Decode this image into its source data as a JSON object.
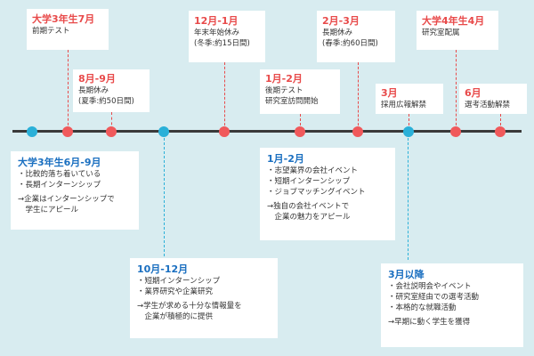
{
  "timeline": {
    "top_cards": [
      {
        "title": "大学3年生7月",
        "lines": [
          "前期テスト"
        ]
      },
      {
        "title": "8月-9月",
        "lines": [
          "長期休み",
          "(夏季:約50日間)"
        ]
      },
      {
        "title": "12月-1月",
        "lines": [
          "年末年始休み",
          "(冬季:約15日間)"
        ]
      },
      {
        "title": "1月-2月",
        "lines": [
          "後期テスト",
          "研究室訪問開始"
        ]
      },
      {
        "title": "2月-3月",
        "lines": [
          "長期休み",
          "(春季:約60日間)"
        ]
      },
      {
        "title": "3月",
        "lines": [
          "採用広報解禁"
        ]
      },
      {
        "title": "大学4年生4月",
        "lines": [
          "研究室配属"
        ]
      },
      {
        "title": "6月",
        "lines": [
          "選考活動解禁"
        ]
      }
    ],
    "bottom_cards": [
      {
        "title": "大学3年生6月-9月",
        "items": [
          "・比較的落ち着いている",
          "・長期インターンシップ"
        ],
        "note": [
          "→企業はインターンシップで",
          "　学生にアピール"
        ]
      },
      {
        "title": "10月-12月",
        "items": [
          "・短期インターンシップ",
          "・業界研究や企業研究"
        ],
        "note": [
          "→学生が求める十分な情報量を",
          "　企業が積極的に提供"
        ]
      },
      {
        "title": "1月-2月",
        "items": [
          "・志望業界の会社イベント",
          "・短期インターンシップ",
          "・ジョブマッチングイベント"
        ],
        "note": [
          "→独自の会社イベントで",
          "　企業の魅力をアピール"
        ]
      },
      {
        "title": "3月以降",
        "items": [
          "・会社説明会やイベント",
          "・研究室経由での選考活動",
          "・本格的な就職活動"
        ],
        "note": [
          "→早期に動く学生を獲得"
        ]
      }
    ]
  },
  "colors": {
    "red": "#f0595b",
    "blue": "#2ab0d8",
    "line": "#3a3a3a",
    "background": "#d8ecf0"
  }
}
